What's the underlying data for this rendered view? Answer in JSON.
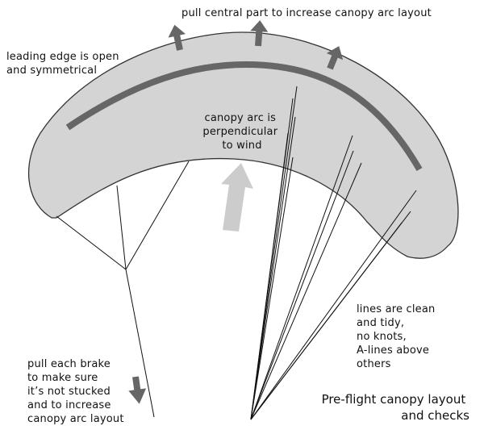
{
  "labels": {
    "top": "pull central part to increase canopy arc layout",
    "leading": [
      "leading edge is open",
      "and symmetrical"
    ],
    "center": [
      "canopy arc is",
      "perpendicular",
      "to wind"
    ],
    "lines": [
      "lines are clean",
      "and tidy,",
      "no knots,",
      "A-lines above",
      "others"
    ],
    "brake": [
      "pull each brake",
      "to make sure",
      "it’s not stucked",
      "and to increase",
      "canopy arc layout"
    ],
    "title": [
      "Pre-flight canopy layout",
      "and checks"
    ]
  },
  "colors": {
    "canopy_fill": "#d4d4d4",
    "canopy_stroke": "#333333",
    "leading_band": "#666666",
    "pull_arrows": "#666666",
    "wind_arrow": "#cccccc",
    "line": "#111111"
  },
  "icons": [
    "up-arrow-icon",
    "wind-arrow-icon",
    "down-arrow-icon"
  ]
}
